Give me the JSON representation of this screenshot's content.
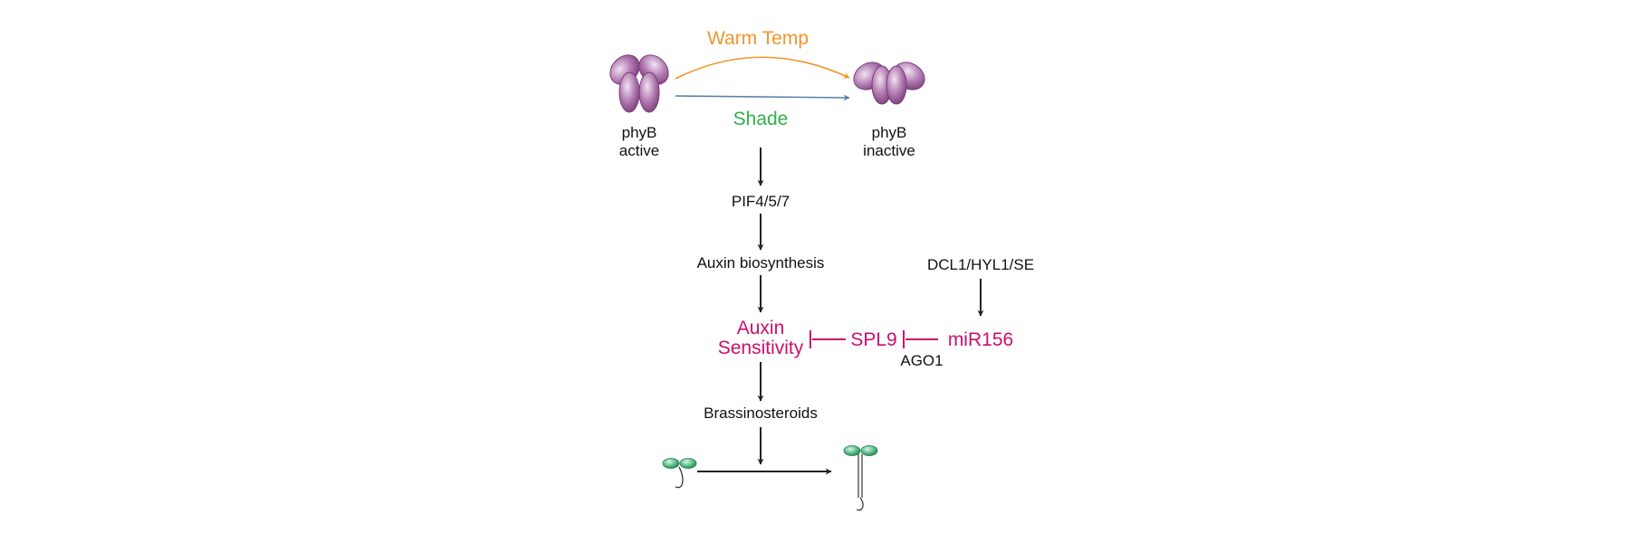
{
  "diagram": {
    "phyb_active": {
      "line1": "phyB",
      "line2": "active"
    },
    "phyb_inactive": {
      "line1": "phyB",
      "line2": "inactive"
    },
    "warm_temp": "Warm Temp",
    "shade": "Shade",
    "pif": "PIF4/5/7",
    "auxin_biosynthesis": "Auxin biosynthesis",
    "auxin_sensitivity": {
      "line1": "Auxin",
      "line2": "Sensitivity"
    },
    "spl9": "SPL9",
    "mir156": "miR156",
    "ago1": "AGO1",
    "dcl1": "DCL1/HYL1/SE",
    "brassinosteroids": "Brassinosteroids"
  },
  "colors": {
    "warm_temp": "#f0962a",
    "shade": "#2fb34a",
    "shade_arrow": "#5b7fad",
    "inhibition": "#cc0f6a",
    "arrow": "#222222",
    "phyb_protein": "#9a5b9a",
    "seedling_leaf": "#3aa56b"
  }
}
